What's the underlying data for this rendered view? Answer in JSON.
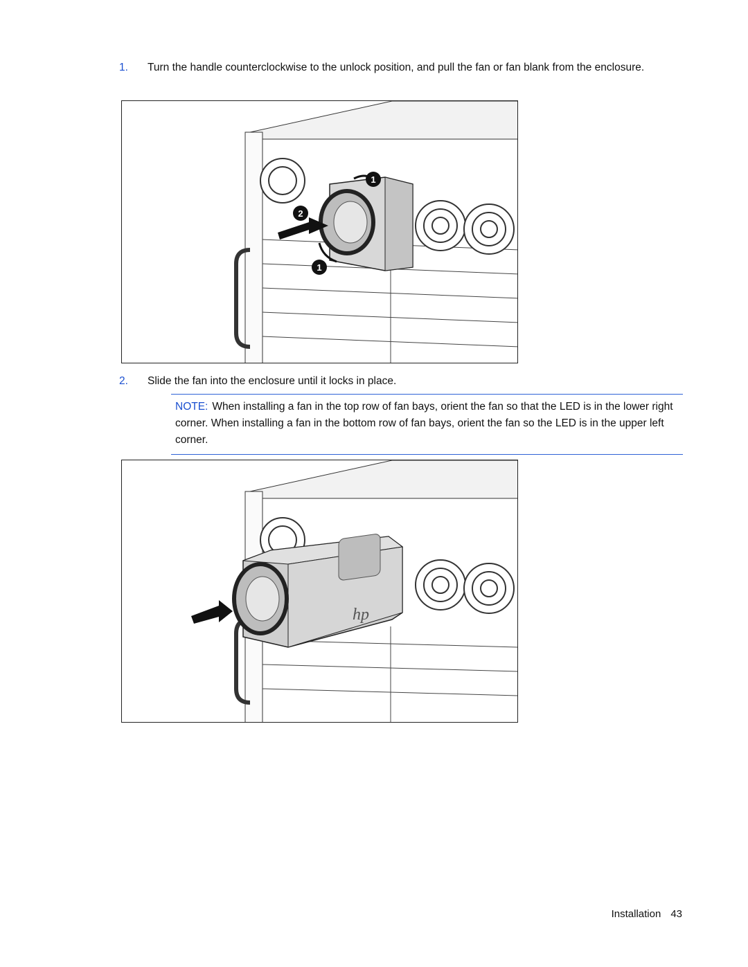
{
  "steps": [
    {
      "number": "1.",
      "text": "Turn the handle counterclockwise to the unlock position, and pull the fan or fan blank from the enclosure."
    },
    {
      "number": "2.",
      "text": "Slide the fan into the enclosure until it locks in place."
    }
  ],
  "note": {
    "label": "NOTE:",
    "text": "When installing a fan in the top row of fan bays, orient the fan so that the LED is in the lower right corner. When installing a fan in the bottom row of fan bays, orient the fan so the LED is in the upper left corner."
  },
  "figures": {
    "removal": {
      "callouts": [
        "1",
        "2",
        "1"
      ]
    },
    "install": {
      "logo_text": "hp"
    }
  },
  "footer": {
    "section": "Installation",
    "page": "43"
  },
  "colors": {
    "accent": "#1a4fd0",
    "rule": "#2e62d6"
  }
}
